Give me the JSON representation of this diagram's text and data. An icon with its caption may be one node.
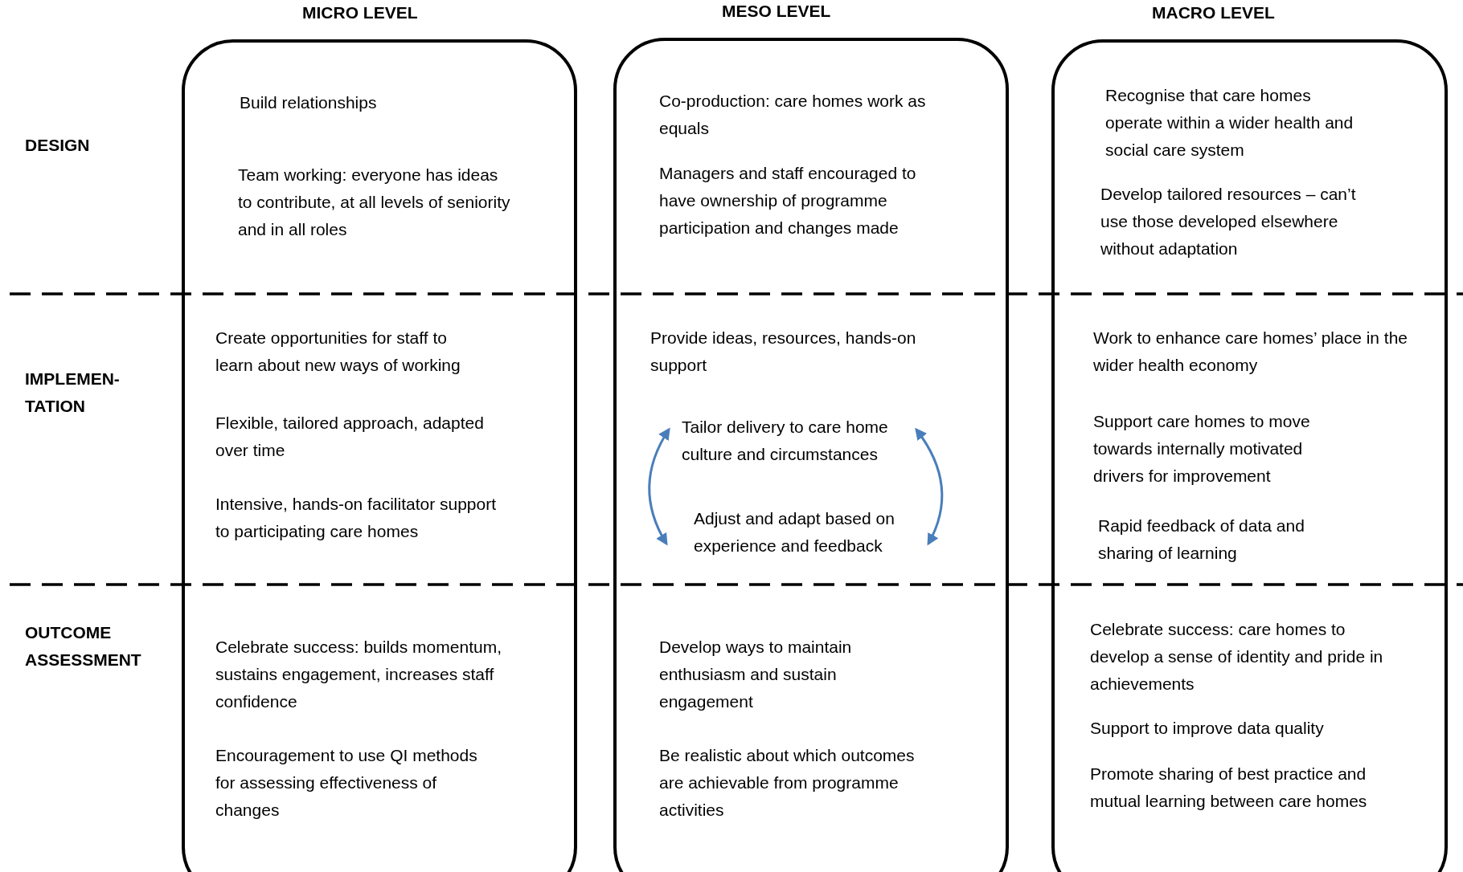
{
  "diagram": {
    "nodes": [
      {
        "text": [
          "MICRO LEVEL",
          "Build relationships",
          "Team working: everyone has ideas to contribute, at all levels of seniority and in all roles",
          "Create opportunities for staff to learn about new ways of working",
          "Flexible, tailored approach, adapted over time",
          "Intensive, hands-on facilitator support to participating care homes",
          "Celebrate success: builds momentum, sustains engagement, increases staff confidence",
          "Encouragement to use QI methods for assessing effectiveness of changes"
        ]
      },
      {
        "text": [
          "MESO LEVEL",
          "Co-production: care homes work as equals",
          "Managers and staff encouraged to have ownership of programme participation and changes made",
          "Provide ideas, resources, hands-on support",
          "Develop ways to maintain enthusiasm and sustain engagement",
          "Be realistic about which outcomes are achievable from programme activities"
        ]
      },
      {
        "text": [
          "Tailor delivery to care home culture and circumstances"
        ],
        "in": 1
      },
      {
        "text": [
          "Adjust and adapt based on experience and feedback"
        ],
        "in": 1
      },
      {
        "text": [
          "MACRO LEVEL",
          "Recognise that care homes operate within a wider health and social care system",
          "Develop tailored resources – can’t use those developed elsewhere without adaptation",
          "Work to enhance care homes’ place in the wider health economy",
          "Support care homes to move towards internally motivated drivers for improvement",
          "Rapid feedback of data and sharing of learning",
          "Celebrate success: care homes to develop a sense of identity and pride in achievements",
          "Support to improve data quality",
          "Promote sharing of best practice and mutual learning between care homes"
        ]
      }
    ],
    "edges": [
      {
        "from": 2,
        "to": 3,
        "arrow": "both"
      },
      {
        "from": 2,
        "to": 3,
        "arrow": "both"
      }
    ],
    "labels": [
      "DESIGN",
      "IMPLEMEN-TATION",
      "OUTCOME ASSESSMENT"
    ]
  }
}
